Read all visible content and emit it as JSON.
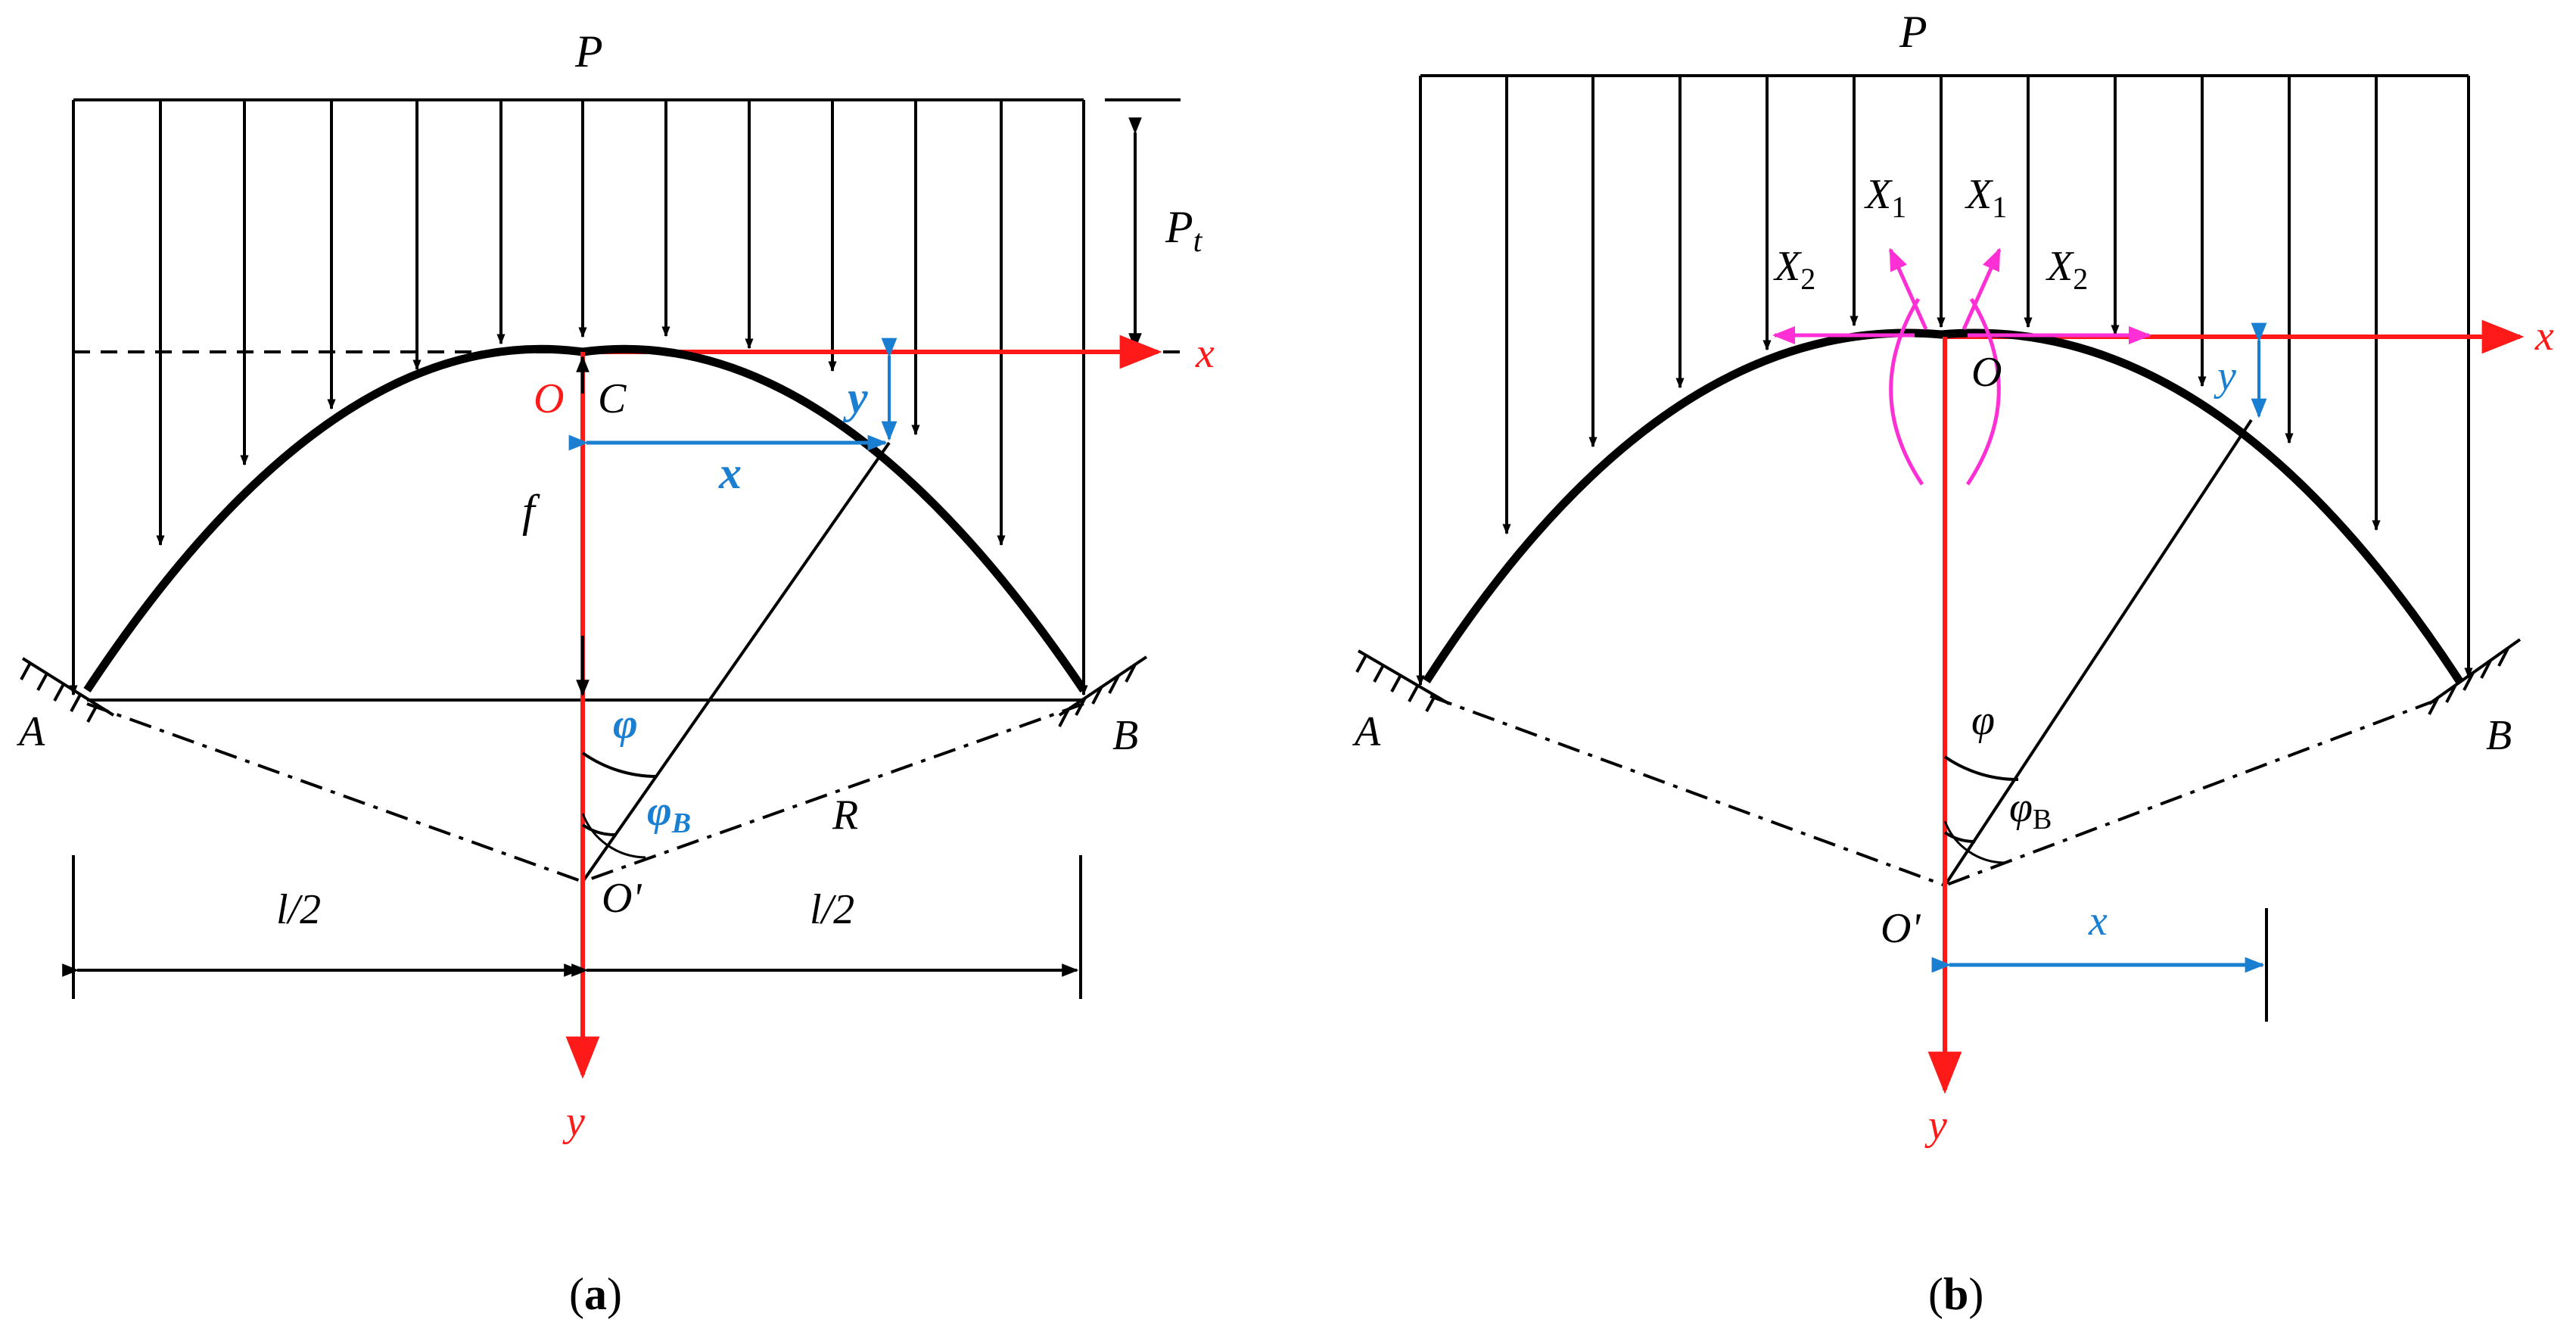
{
  "panel_a": {
    "label_P": "P",
    "label_Pt": "P",
    "label_Pt_sub": "t",
    "label_x": "x",
    "label_y": "y",
    "label_O": "O",
    "label_C": "C",
    "label_f": "f",
    "label_x_dim": "x",
    "label_y_dim": "y",
    "label_phi": "φ",
    "label_phiB": "φ",
    "label_phiB_sub": "B",
    "label_R": "R",
    "label_A": "A",
    "label_B": "B",
    "label_Oprime": "O'",
    "label_l2_left": "l/2",
    "label_l2_right": "l/2",
    "caption_open": "(",
    "caption_letter": "a",
    "caption_close": ")"
  },
  "panel_b": {
    "label_P": "P",
    "label_x": "x",
    "label_y": "y",
    "label_O": "O",
    "label_X1_left": "X",
    "label_X1_right": "X",
    "sub_1": "1",
    "label_X2_left": "X",
    "label_X2_right": "X",
    "sub_2": "2",
    "label_y_dim": "y",
    "label_phi": "φ",
    "label_phiB": "φ",
    "label_phiB_sub": "B",
    "label_A": "A",
    "label_B": "B",
    "label_Oprime": "O'",
    "label_x_dim": "x",
    "caption_open": "(",
    "caption_letter": "b",
    "caption_close": ")"
  },
  "colors": {
    "axis": "#ff1a1a",
    "dimension": "#1a7fd1",
    "redundant": "#ff2fd6",
    "structure": "#000000"
  }
}
